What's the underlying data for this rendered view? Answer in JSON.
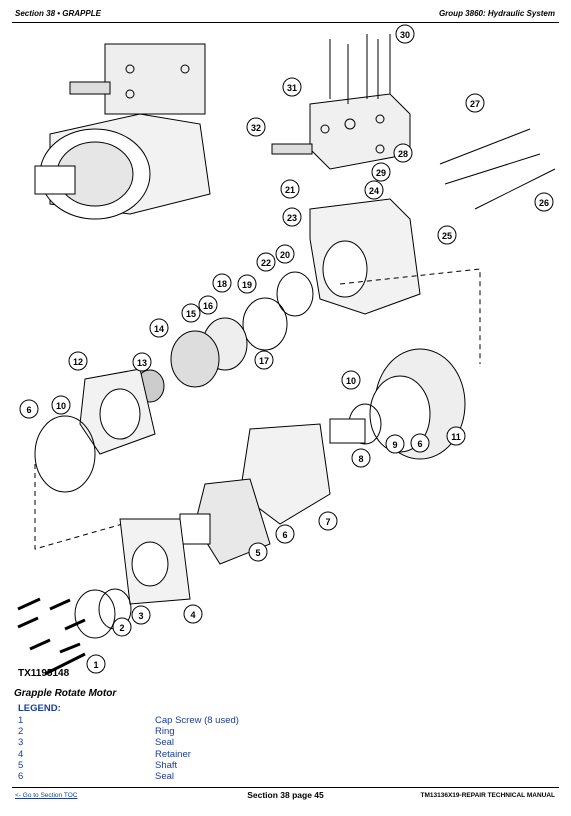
{
  "header": {
    "left": "Section 38 • GRAPPLE",
    "right": "Group 3860: Hydraulic System"
  },
  "figure": {
    "id": "TX1195148",
    "title": "Grapple Rotate Motor",
    "callouts": [
      "1",
      "2",
      "3",
      "4",
      "5",
      "6",
      "7",
      "8",
      "9",
      "6",
      "11",
      "10",
      "12",
      "13",
      "14",
      "15",
      "16",
      "17",
      "18",
      "19",
      "10",
      "6",
      "20",
      "21",
      "22",
      "23",
      "24",
      "25",
      "26",
      "27",
      "28",
      "29",
      "30",
      "31",
      "32"
    ]
  },
  "legend": {
    "heading": "LEGEND:",
    "items": [
      {
        "num": "1",
        "desc": "Cap Screw (8 used)"
      },
      {
        "num": "2",
        "desc": "Ring"
      },
      {
        "num": "3",
        "desc": "Seal"
      },
      {
        "num": "4",
        "desc": "Retainer"
      },
      {
        "num": "5",
        "desc": "Shaft"
      },
      {
        "num": "6",
        "desc": "Seal"
      }
    ]
  },
  "footer": {
    "toc_link": "<- Go to Section TOC",
    "page": "Section 38 page 45",
    "manual": "TM13136X19-REPAIR TECHNICAL MANUAL"
  }
}
